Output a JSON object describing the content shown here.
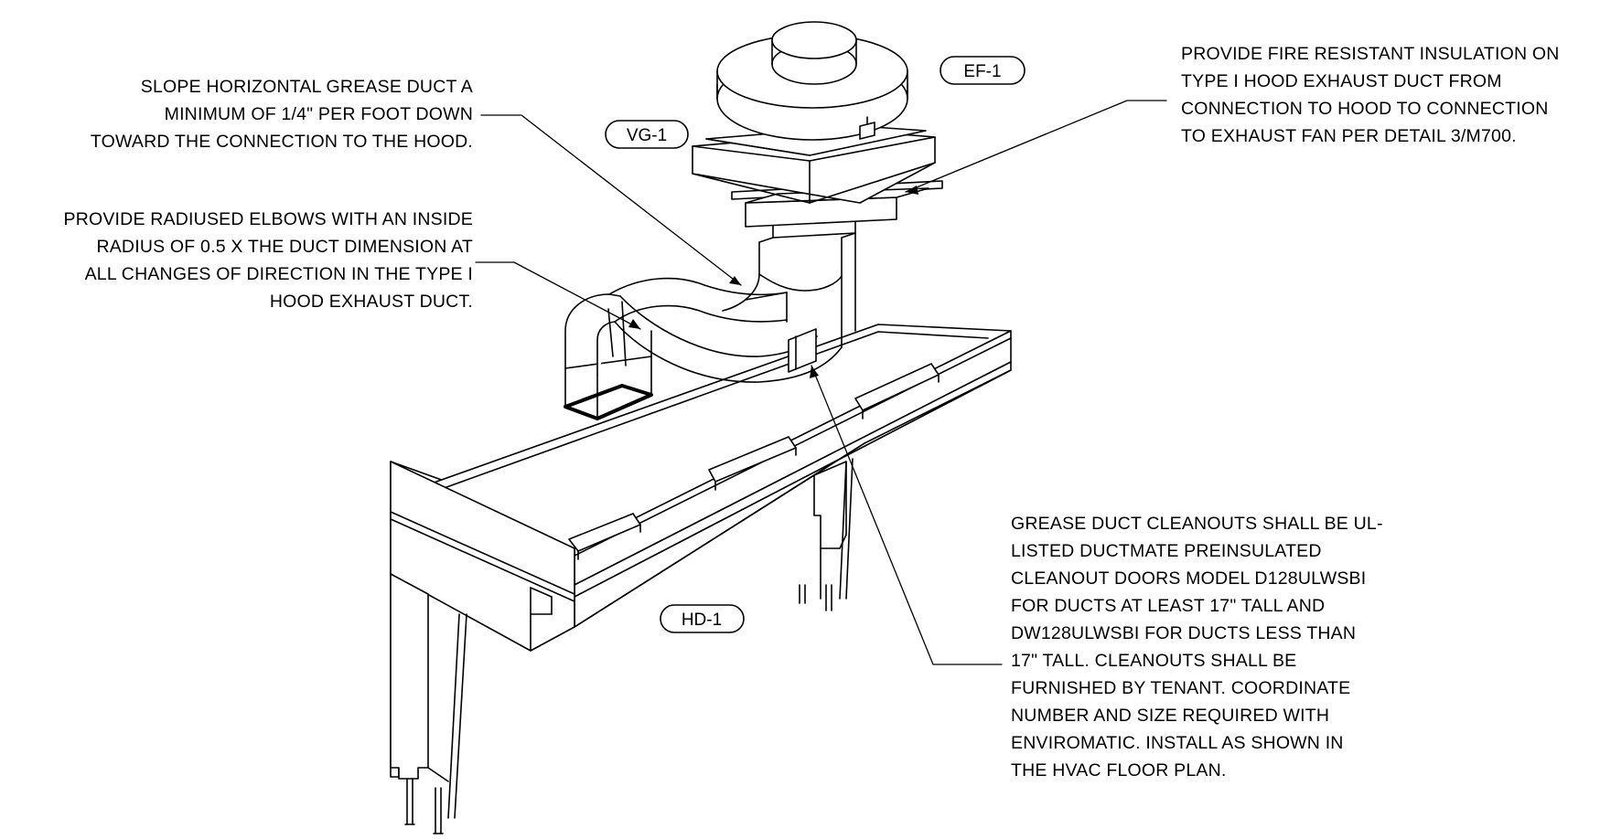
{
  "notes": {
    "slope": {
      "lines": [
        "SLOPE HORIZONTAL GREASE DUCT A",
        "MINIMUM OF 1/4\" PER FOOT DOWN",
        "TOWARD THE CONNECTION TO THE HOOD."
      ]
    },
    "elbows": {
      "lines": [
        "PROVIDE RADIUSED ELBOWS WITH AN INSIDE",
        "RADIUS OF 0.5 X THE DUCT DIMENSION AT",
        "ALL CHANGES OF DIRECTION IN THE TYPE I",
        "HOOD EXHAUST DUCT."
      ]
    },
    "insulation": {
      "lines": [
        "PROVIDE FIRE RESISTANT INSULATION ON",
        "TYPE I HOOD EXHAUST DUCT FROM",
        "CONNECTION TO HOOD TO CONNECTION",
        "TO EXHAUST FAN PER DETAIL 3/M700."
      ]
    },
    "cleanouts": {
      "lines": [
        "GREASE DUCT CLEANOUTS SHALL BE UL-",
        "LISTED DUCTMATE PREINSULATED",
        "CLEANOUT DOORS MODEL D128ULWSBI",
        "FOR DUCTS AT LEAST 17\" TALL AND",
        "DW128ULWSBI FOR DUCTS LESS THAN",
        "17\" TALL.  CLEANOUTS SHALL BE",
        "FURNISHED BY TENANT.  COORDINATE",
        "NUMBER AND SIZE REQUIRED WITH",
        "ENVIROMATIC.  INSTALL AS SHOWN IN",
        "THE HVAC FLOOR PLAN."
      ]
    }
  },
  "tags": {
    "ef": "EF-1",
    "vg": "VG-1",
    "hd": "HD-1"
  }
}
